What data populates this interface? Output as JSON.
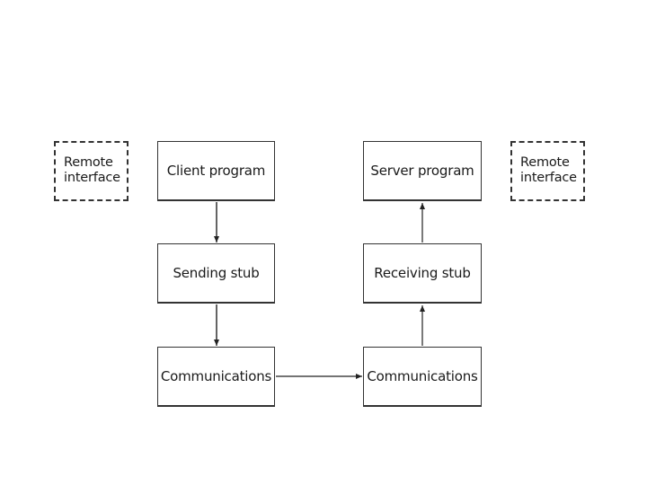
{
  "diagram": {
    "left_note": {
      "line1": "Remote",
      "line2": "interface"
    },
    "right_note": {
      "line1": "Remote",
      "line2": "interface"
    },
    "client_program": "Client program",
    "sending_stub": "Sending stub",
    "client_communications": "Communications",
    "server_program": "Server program",
    "receiving_stub": "Receiving stub",
    "server_communications": "Communications"
  }
}
